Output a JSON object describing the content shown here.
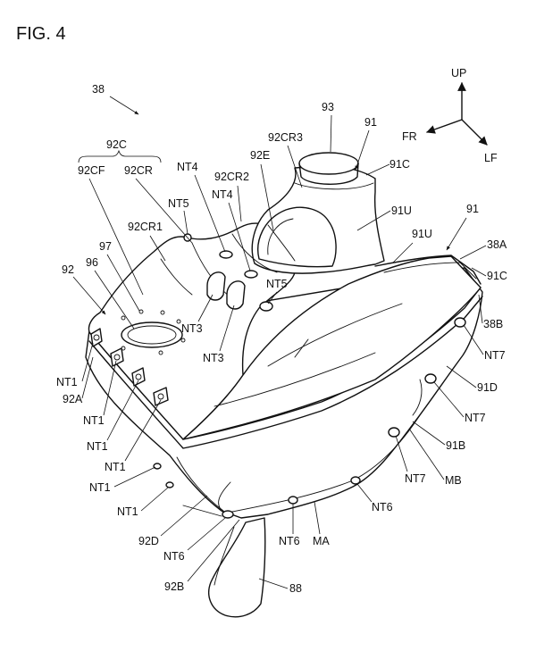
{
  "figure": {
    "title": "FIG. 4",
    "assembly_ref": "38"
  },
  "directions": {
    "up": "UP",
    "front": "FR",
    "left": "LF"
  },
  "parts": {
    "p93": "93",
    "p91_top": "91",
    "p91c_top": "91C",
    "p92cr3": "92CR3",
    "p92c": "92C",
    "p92cf": "92CF",
    "p92cr": "92CR",
    "p92e": "92E",
    "p92cr2": "92CR2",
    "p91u_a": "91U",
    "p91_right": "91",
    "p91u_b": "91U",
    "p38a": "38A",
    "p91c_right": "91C",
    "p38b": "38B",
    "p92cr1": "92CR1",
    "p97": "97",
    "p96": "96",
    "p92": "92",
    "p92a": "92A",
    "p91d": "91D",
    "p91b": "91B",
    "pmb": "MB",
    "pma": "MA",
    "p92d": "92D",
    "p92b": "92B",
    "p88": "88"
  },
  "fasteners": {
    "nt4_a": "NT4",
    "nt4_b": "NT4",
    "nt5_a": "NT5",
    "nt5_b": "NT5",
    "nt3_a": "NT3",
    "nt3_b": "NT3",
    "nt1_a": "NT1",
    "nt1_b": "NT1",
    "nt1_c": "NT1",
    "nt1_d": "NT1",
    "nt1_e": "NT1",
    "nt7_a": "NT7",
    "nt7_b": "NT7",
    "nt7_c": "NT7",
    "nt6_a": "NT6",
    "nt6_b": "NT6",
    "nt6_c": "NT6"
  }
}
